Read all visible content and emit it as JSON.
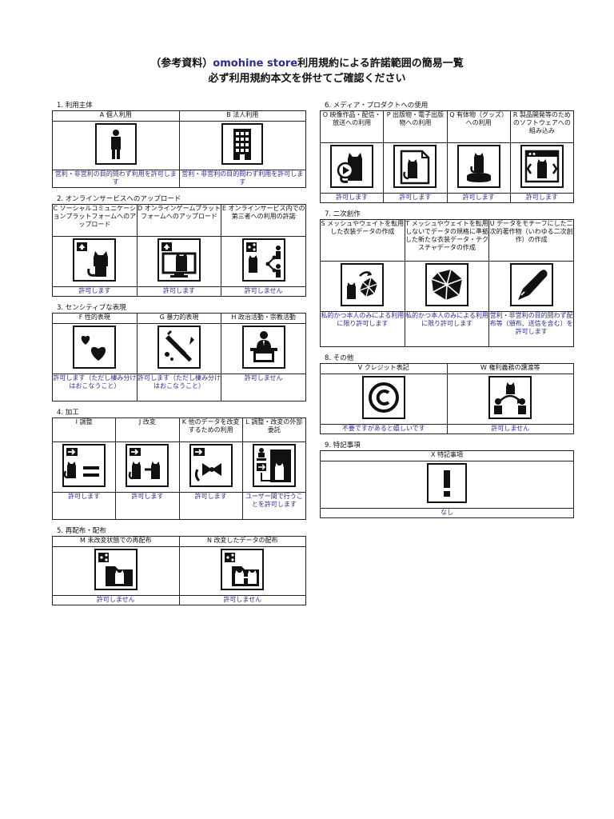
{
  "page": {
    "title_prefix": "（参考資料）",
    "title_brand": "omohine store",
    "title_suffix": "利用規約による許諾範囲の簡易一覧",
    "subtitle": "必ず利用規約本文を併せてご確認ください"
  },
  "sections": {
    "s1": {
      "title": "1. 利用主体",
      "items": [
        {
          "label": "A 個人利用",
          "icon": "person-icon",
          "result": "営利・非営利の目的問わず利用を許可します"
        },
        {
          "label": "B 法人利用",
          "icon": "building-icon",
          "result": "営利・非営利の目的問わず利用を許可します"
        }
      ]
    },
    "s2": {
      "title": "2. オンラインサービスへのアップロード",
      "items": [
        {
          "label": "C ソーシャルコミュニケーションプラットフォームへのアップロード",
          "icon": "upload-cat-icon",
          "result": "許可します"
        },
        {
          "label": "D オンラインゲームプラットフォームへのアップロード",
          "icon": "upload-monitor-icon",
          "result": "許可します"
        },
        {
          "label": "E オンラインサービス内での第三者への利用の許諾",
          "icon": "share-people-icon",
          "result": "許可しません"
        }
      ]
    },
    "s3": {
      "title": "3. センシティブな表現",
      "items": [
        {
          "label": "F 性的表現",
          "icon": "hearts-icon",
          "result": "許可します（ただし棲み分けはおこなうこと）"
        },
        {
          "label": "G 暴力的表現",
          "icon": "knife-icon",
          "result": "許可します（ただし棲み分けはおこなうこと）"
        },
        {
          "label": "H 政治活動・宗教活動",
          "icon": "podium-icon",
          "result": "許可しません"
        }
      ]
    },
    "s4": {
      "title": "4. 加工",
      "items": [
        {
          "label": "I 調整",
          "icon": "adjust-icon",
          "result": "許可します"
        },
        {
          "label": "J 改変",
          "icon": "modify-icon",
          "result": "許可します"
        },
        {
          "label": "K 他のデータを改変するための利用",
          "icon": "ribbon-icon",
          "result": "許可します"
        },
        {
          "label": "L 調整・改変の外部委託",
          "icon": "outsource-icon",
          "result": "ユーザー間で行うことを許可します"
        }
      ]
    },
    "s5": {
      "title": "5. 再配布・配布",
      "items": [
        {
          "label": "M 未改変状態での再配布",
          "icon": "redistribute-icon",
          "result": "許可しません"
        },
        {
          "label": "N 改変したデータの配布",
          "icon": "distribute-modified-icon",
          "result": "許可しません"
        }
      ]
    },
    "s6": {
      "title": "6. メディア・プロダクトへの使用",
      "items": [
        {
          "label": "O 映像作品・配信・放送への利用",
          "icon": "video-icon",
          "result": "許可します"
        },
        {
          "label": "P 出版物・電子出版物への利用",
          "icon": "publication-icon",
          "result": "許可します"
        },
        {
          "label": "Q 有体物（グッズ）への利用",
          "icon": "figure-icon",
          "result": "許可します"
        },
        {
          "label": "R 製品開発等のためのソフトウェアへの組み込み",
          "icon": "software-icon",
          "result": "許可します"
        }
      ]
    },
    "s7": {
      "title": "7. 二次創作",
      "items": [
        {
          "label": "S メッシュやウェイトを転用した衣装データの作成",
          "icon": "mesh-cat-icon",
          "result": "私的かつ本人のみによる利用に限り許可します"
        },
        {
          "label": "T メッシュやウェイトを転用しないでデータの規格に準拠した新たな衣装データ・テクスチャデータの作成",
          "icon": "mesh-icon",
          "result": "私的かつ本人のみによる利用に限り許可します"
        },
        {
          "label": "U データをモチーフにした二次的著作物（いわゆる二次創作）の作成",
          "icon": "pen-icon",
          "result": "営利・非営利の目的問わず配布等（頒布、送信を含む）を許可します"
        }
      ]
    },
    "s8": {
      "title": "8. その他",
      "items": [
        {
          "label": "V クレジット表記",
          "icon": "copyright-icon",
          "result": "不要ですがあると嬉しいです"
        },
        {
          "label": "W 権利義務の譲渡等",
          "icon": "transfer-icon",
          "result": "許可しません"
        }
      ]
    },
    "s9": {
      "title": "9. 特記事項",
      "items": [
        {
          "label": "X 特記事項",
          "icon": "exclamation-icon",
          "result": "なし"
        }
      ]
    }
  }
}
